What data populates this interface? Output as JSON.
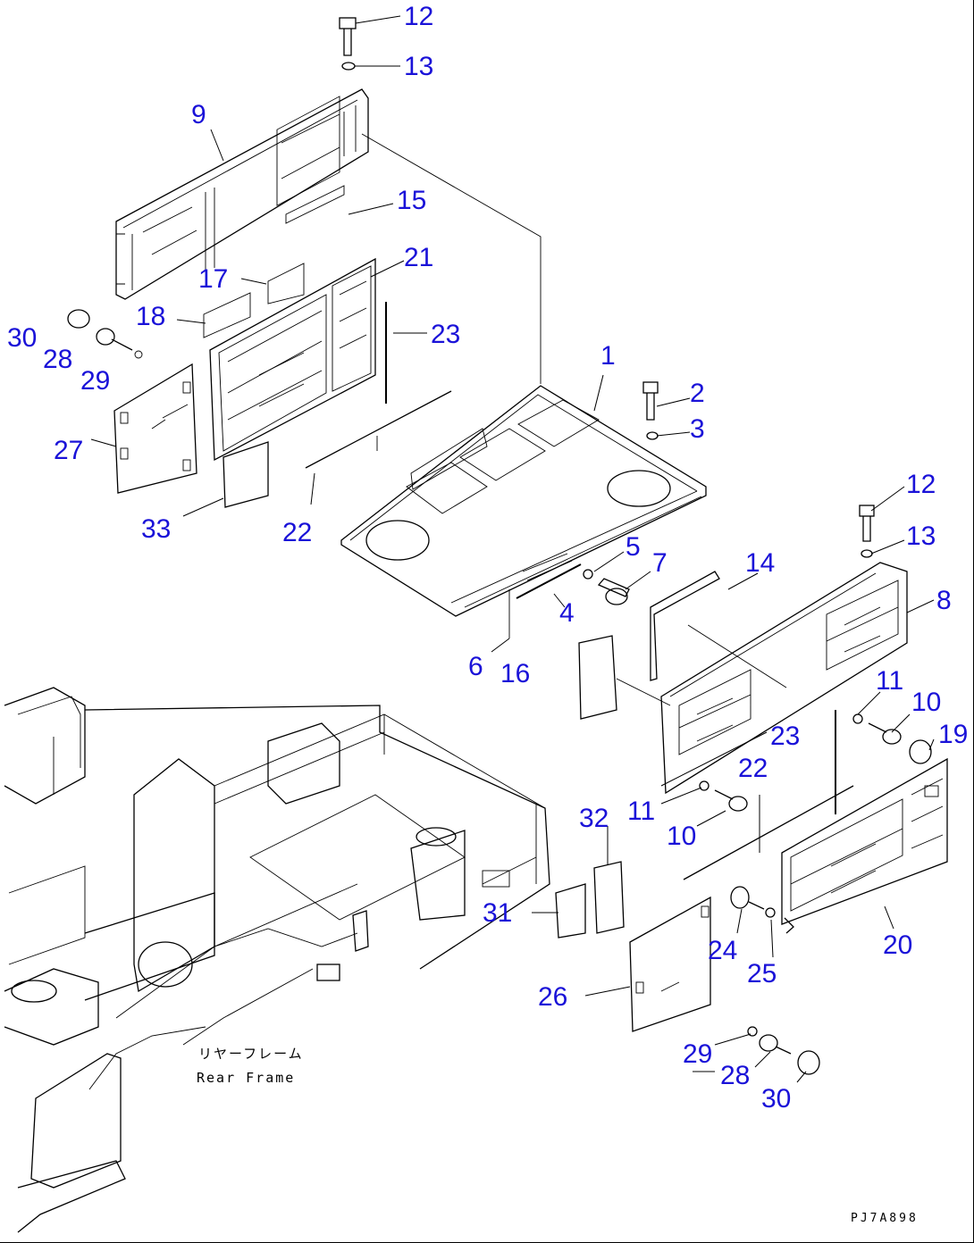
{
  "diagram": {
    "frame_label_jp": "リヤーフレーム",
    "frame_label_en": "Rear Frame",
    "drawing_code": "PJ7A898",
    "line_color": "#000000",
    "callout_color": "#1a12d8"
  },
  "callouts": [
    {
      "id": "c12a",
      "text": "12"
    },
    {
      "id": "c13a",
      "text": "13"
    },
    {
      "id": "c9",
      "text": "9"
    },
    {
      "id": "c15",
      "text": "15"
    },
    {
      "id": "c21",
      "text": "21"
    },
    {
      "id": "c17",
      "text": "17"
    },
    {
      "id": "c18",
      "text": "18"
    },
    {
      "id": "c30a",
      "text": "30"
    },
    {
      "id": "c28a",
      "text": "28"
    },
    {
      "id": "c29a",
      "text": "29"
    },
    {
      "id": "c23a",
      "text": "23"
    },
    {
      "id": "c27",
      "text": "27"
    },
    {
      "id": "c33",
      "text": "33"
    },
    {
      "id": "c22a",
      "text": "22"
    },
    {
      "id": "c1",
      "text": "1"
    },
    {
      "id": "c2",
      "text": "2"
    },
    {
      "id": "c3",
      "text": "3"
    },
    {
      "id": "c12b",
      "text": "12"
    },
    {
      "id": "c13b",
      "text": "13"
    },
    {
      "id": "c5",
      "text": "5"
    },
    {
      "id": "c7",
      "text": "7"
    },
    {
      "id": "c14",
      "text": "14"
    },
    {
      "id": "c8",
      "text": "8"
    },
    {
      "id": "c4",
      "text": "4"
    },
    {
      "id": "c6",
      "text": "6"
    },
    {
      "id": "c16",
      "text": "16"
    },
    {
      "id": "c11a",
      "text": "11"
    },
    {
      "id": "c10a",
      "text": "10"
    },
    {
      "id": "c19",
      "text": "19"
    },
    {
      "id": "c23b",
      "text": "23"
    },
    {
      "id": "c22b",
      "text": "22"
    },
    {
      "id": "c11b",
      "text": "11"
    },
    {
      "id": "c10b",
      "text": "10"
    },
    {
      "id": "c32",
      "text": "32"
    },
    {
      "id": "c31",
      "text": "31"
    },
    {
      "id": "c24",
      "text": "24"
    },
    {
      "id": "c25",
      "text": "25"
    },
    {
      "id": "c20",
      "text": "20"
    },
    {
      "id": "c26",
      "text": "26"
    },
    {
      "id": "c29b",
      "text": "29"
    },
    {
      "id": "c28b",
      "text": "28"
    },
    {
      "id": "c30b",
      "text": "30"
    }
  ]
}
